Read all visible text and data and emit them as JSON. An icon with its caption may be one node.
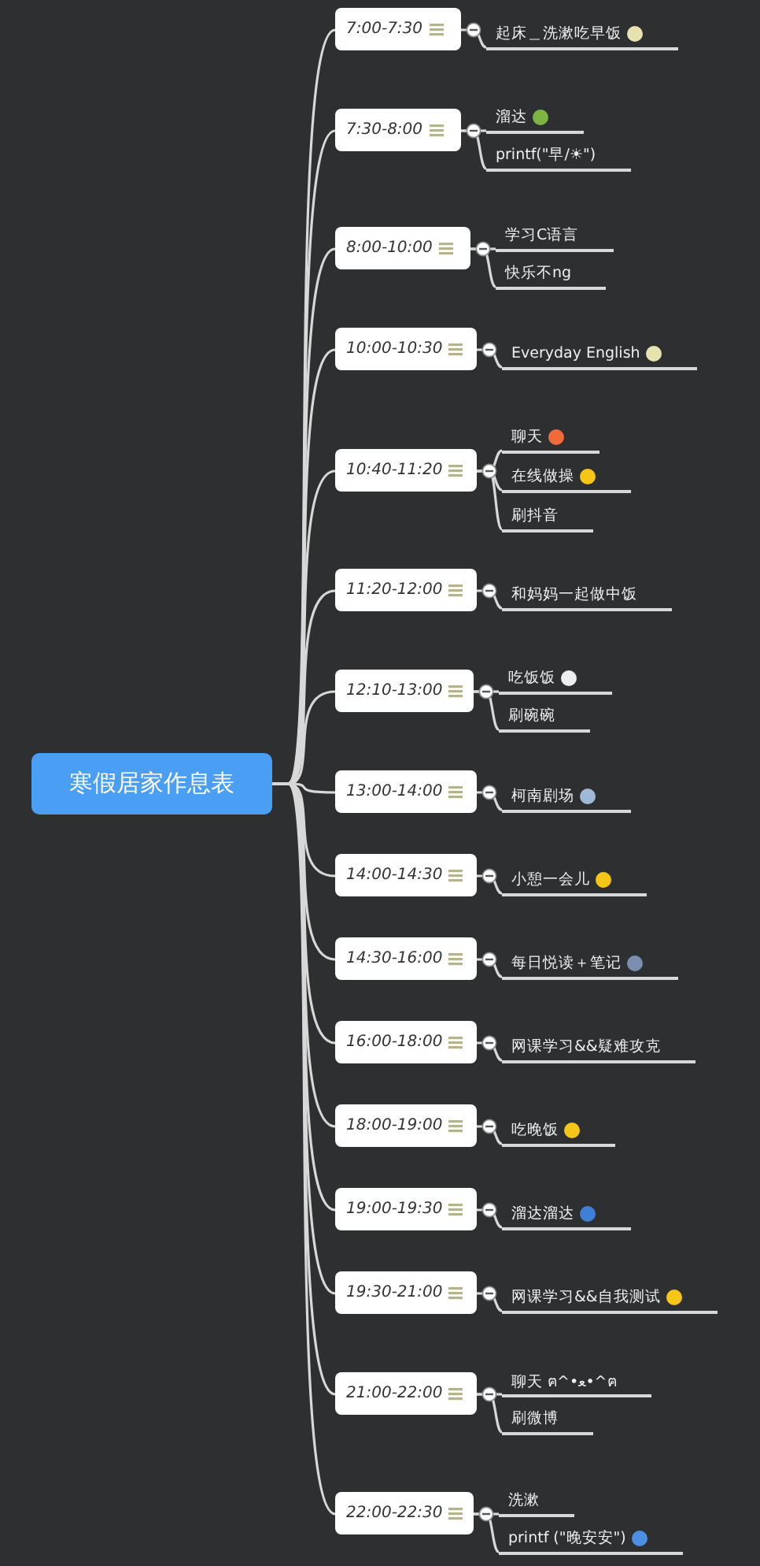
{
  "diagram": {
    "nodes": [
      {
        "text": [
          "寒假居家作息表"
        ]
      },
      {
        "text": [
          "7:00-7:30"
        ]
      },
      {
        "text": [
          "起床＿洗漱吃早饭"
        ]
      },
      {
        "text": [
          "7:30-8:00"
        ]
      },
      {
        "text": [
          "溜达"
        ]
      },
      {
        "text": [
          "printf(\"早/☀\")"
        ]
      },
      {
        "text": [
          "8:00-10:00"
        ]
      },
      {
        "text": [
          "学习C语言"
        ]
      },
      {
        "text": [
          "快乐不ng"
        ]
      },
      {
        "text": [
          "10:00-10:30"
        ]
      },
      {
        "text": [
          "Everyday English"
        ]
      },
      {
        "text": [
          "10:40-11:20"
        ]
      },
      {
        "text": [
          "聊天"
        ]
      },
      {
        "text": [
          "在线做操"
        ]
      },
      {
        "text": [
          "刷抖音"
        ]
      },
      {
        "text": [
          "11:20-12:00"
        ]
      },
      {
        "text": [
          "和妈妈一起做中饭"
        ]
      },
      {
        "text": [
          "12:10-13:00"
        ]
      },
      {
        "text": [
          "吃饭饭"
        ]
      },
      {
        "text": [
          "刷碗碗"
        ]
      },
      {
        "text": [
          "13:00-14:00"
        ]
      },
      {
        "text": [
          "柯南剧场"
        ]
      },
      {
        "text": [
          "14:00-14:30"
        ]
      },
      {
        "text": [
          "小憩一会儿"
        ]
      },
      {
        "text": [
          "14:30-16:00"
        ]
      },
      {
        "text": [
          "每日悦读＋笔记"
        ]
      },
      {
        "text": [
          "16:00-18:00"
        ]
      },
      {
        "text": [
          "网课学习&&疑难攻克"
        ]
      },
      {
        "text": [
          "18:00-19:00"
        ]
      },
      {
        "text": [
          "吃晚饭"
        ]
      },
      {
        "text": [
          "19:00-19:30"
        ]
      },
      {
        "text": [
          "溜达溜达"
        ]
      },
      {
        "text": [
          "19:30-21:00"
        ]
      },
      {
        "text": [
          "网课学习&&自我测试"
        ]
      },
      {
        "text": [
          "21:00-22:00"
        ]
      },
      {
        "text": [
          "聊天 ฅ^•ﻌ•^ฅ"
        ]
      },
      {
        "text": [
          "刷微博"
        ]
      },
      {
        "text": [
          "22:00-22:30"
        ]
      },
      {
        "text": [
          "洗漱"
        ]
      },
      {
        "text": [
          "printf (\"晚安安\")"
        ]
      }
    ],
    "edges": [
      {
        "from": 0,
        "to": 1,
        "arrow": "none"
      },
      {
        "from": 1,
        "to": 2,
        "arrow": "none"
      },
      {
        "from": 0,
        "to": 3,
        "arrow": "none"
      },
      {
        "from": 3,
        "to": 4,
        "arrow": "none"
      },
      {
        "from": 3,
        "to": 5,
        "arrow": "none"
      },
      {
        "from": 0,
        "to": 6,
        "arrow": "none"
      },
      {
        "from": 6,
        "to": 7,
        "arrow": "none"
      },
      {
        "from": 6,
        "to": 8,
        "arrow": "none"
      },
      {
        "from": 0,
        "to": 9,
        "arrow": "none"
      },
      {
        "from": 9,
        "to": 10,
        "arrow": "none"
      },
      {
        "from": 0,
        "to": 11,
        "arrow": "none"
      },
      {
        "from": 11,
        "to": 12,
        "arrow": "none"
      },
      {
        "from": 11,
        "to": 13,
        "arrow": "none"
      },
      {
        "from": 11,
        "to": 14,
        "arrow": "none"
      },
      {
        "from": 0,
        "to": 15,
        "arrow": "none"
      },
      {
        "from": 15,
        "to": 16,
        "arrow": "none"
      },
      {
        "from": 0,
        "to": 17,
        "arrow": "none"
      },
      {
        "from": 17,
        "to": 18,
        "arrow": "none"
      },
      {
        "from": 17,
        "to": 19,
        "arrow": "none"
      },
      {
        "from": 0,
        "to": 20,
        "arrow": "none"
      },
      {
        "from": 20,
        "to": 21,
        "arrow": "none"
      },
      {
        "from": 0,
        "to": 22,
        "arrow": "none"
      },
      {
        "from": 22,
        "to": 23,
        "arrow": "none"
      },
      {
        "from": 0,
        "to": 24,
        "arrow": "none"
      },
      {
        "from": 24,
        "to": 25,
        "arrow": "none"
      },
      {
        "from": 0,
        "to": 26,
        "arrow": "none"
      },
      {
        "from": 26,
        "to": 27,
        "arrow": "none"
      },
      {
        "from": 0,
        "to": 28,
        "arrow": "none"
      },
      {
        "from": 28,
        "to": 29,
        "arrow": "none"
      },
      {
        "from": 0,
        "to": 30,
        "arrow": "none"
      },
      {
        "from": 30,
        "to": 31,
        "arrow": "none"
      },
      {
        "from": 0,
        "to": 32,
        "arrow": "none"
      },
      {
        "from": 32,
        "to": 33,
        "arrow": "none"
      },
      {
        "from": 0,
        "to": 34,
        "arrow": "none"
      },
      {
        "from": 34,
        "to": 35,
        "arrow": "none"
      },
      {
        "from": 34,
        "to": 36,
        "arrow": "none"
      },
      {
        "from": 0,
        "to": 37,
        "arrow": "none"
      },
      {
        "from": 37,
        "to": 38,
        "arrow": "none"
      },
      {
        "from": 37,
        "to": 39,
        "arrow": "none"
      }
    ]
  }
}
